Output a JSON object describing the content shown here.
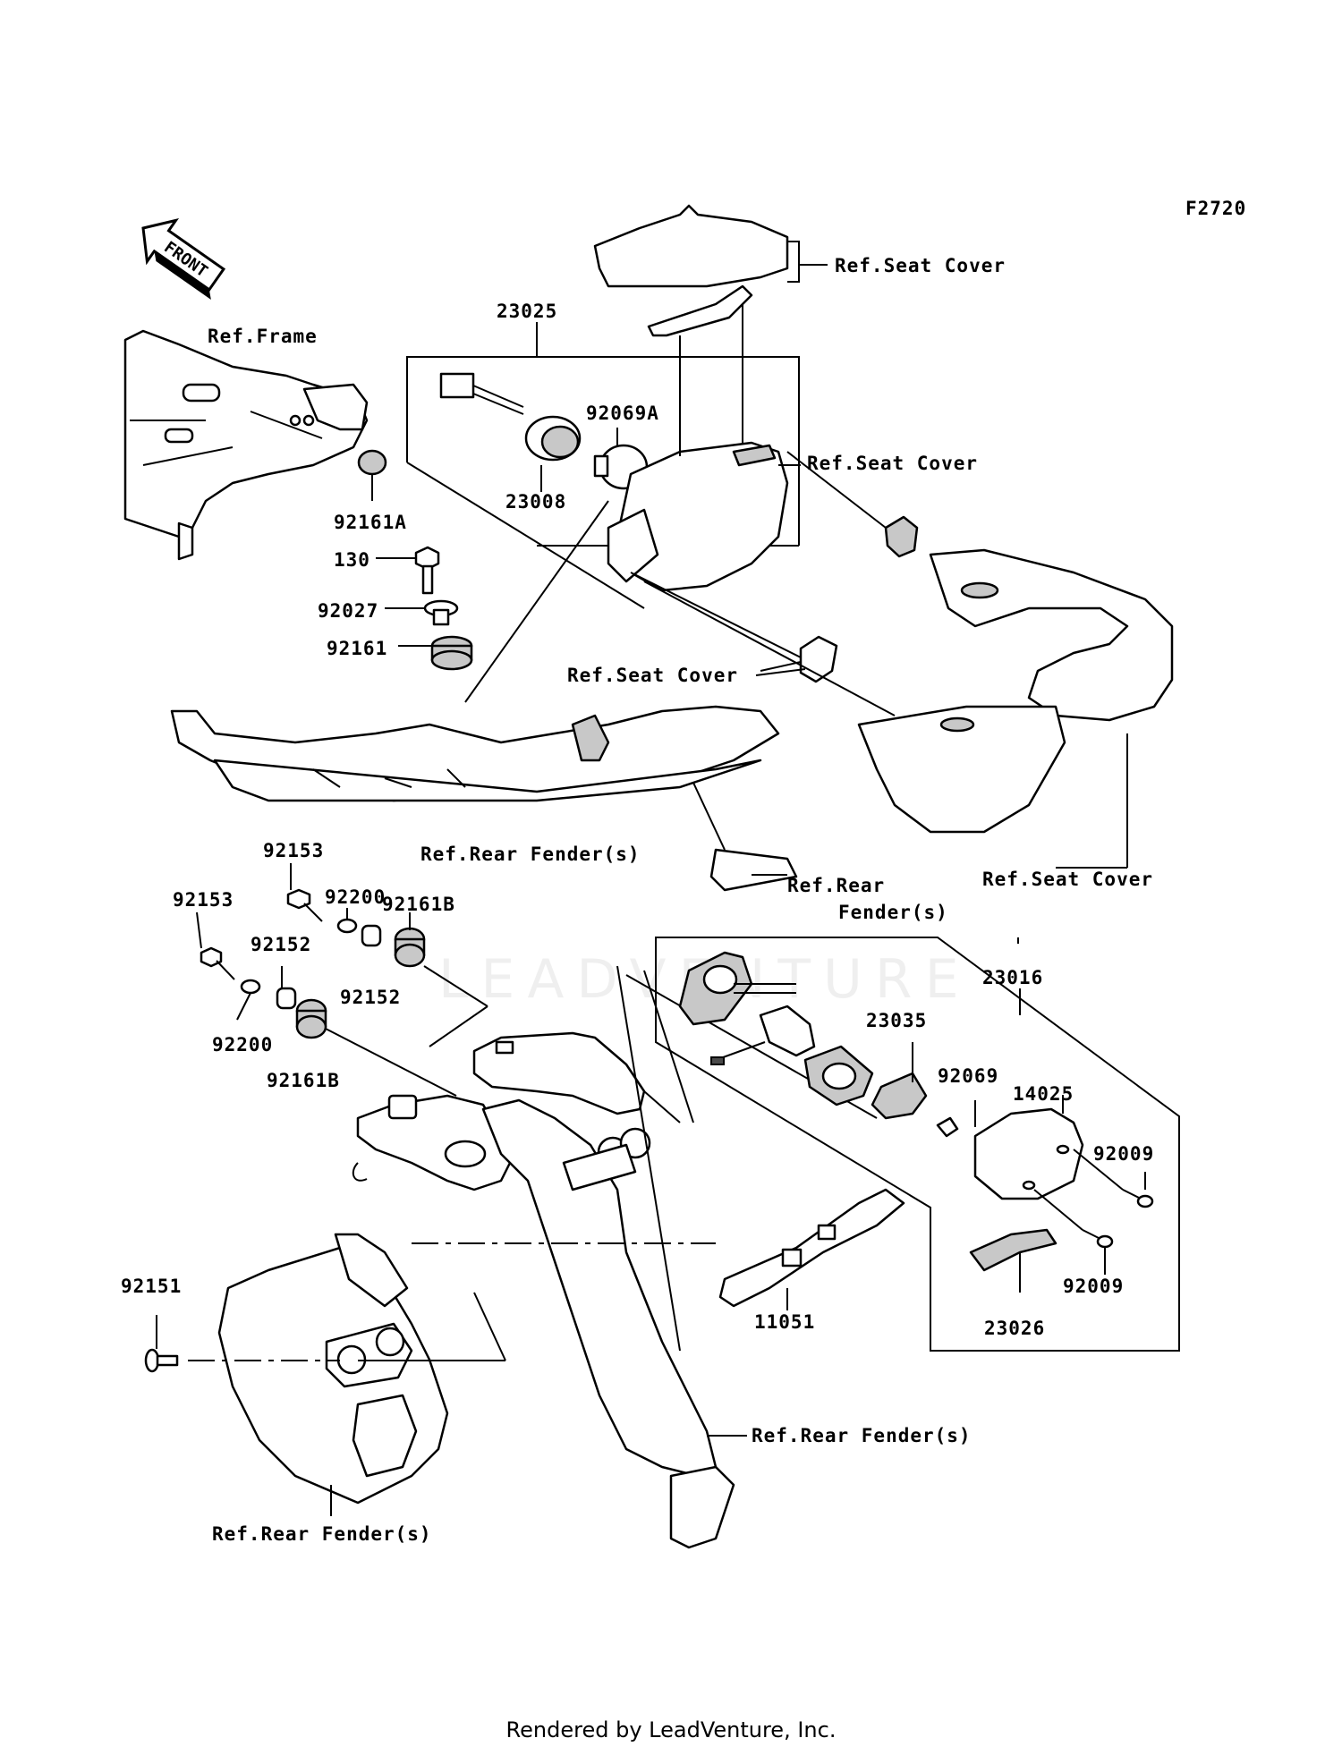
{
  "diagram_code": "F2720",
  "front_marker": "FRONT",
  "watermark": "LEADVENTURE",
  "footer": "Rendered by LeadVenture, Inc.",
  "labels": {
    "ref_seat_cover_1": "Ref.Seat Cover",
    "ref_seat_cover_2": "Ref.Seat Cover",
    "ref_seat_cover_3": "Ref.Seat Cover",
    "ref_seat_cover_4": "Ref.Seat Cover",
    "ref_frame": "Ref.Frame",
    "ref_rear_fender_1": "Ref.Rear Fender(s)",
    "ref_rear_fender_2a": "Ref.Rear",
    "ref_rear_fender_2b": "Fender(s)",
    "ref_rear_fender_3": "Ref.Rear Fender(s)",
    "ref_rear_fender_4": "Ref.Rear Fender(s)"
  },
  "part_numbers": {
    "p23025": "23025",
    "p92069A": "92069A",
    "p23008": "23008",
    "p92161A": "92161A",
    "p130": "130",
    "p92027": "92027",
    "p92161": "92161",
    "p92153_a": "92153",
    "p92153_b": "92153",
    "p92200_a": "92200",
    "p92200_b": "92200",
    "p92161B_a": "92161B",
    "p92161B_b": "92161B",
    "p92152_a": "92152",
    "p92152_b": "92152",
    "p23016": "23016",
    "p23035": "23035",
    "p92069": "92069",
    "p14025": "14025",
    "p92009_a": "92009",
    "p92009_b": "92009",
    "p23026": "23026",
    "p11051": "11051",
    "p92151": "92151"
  }
}
